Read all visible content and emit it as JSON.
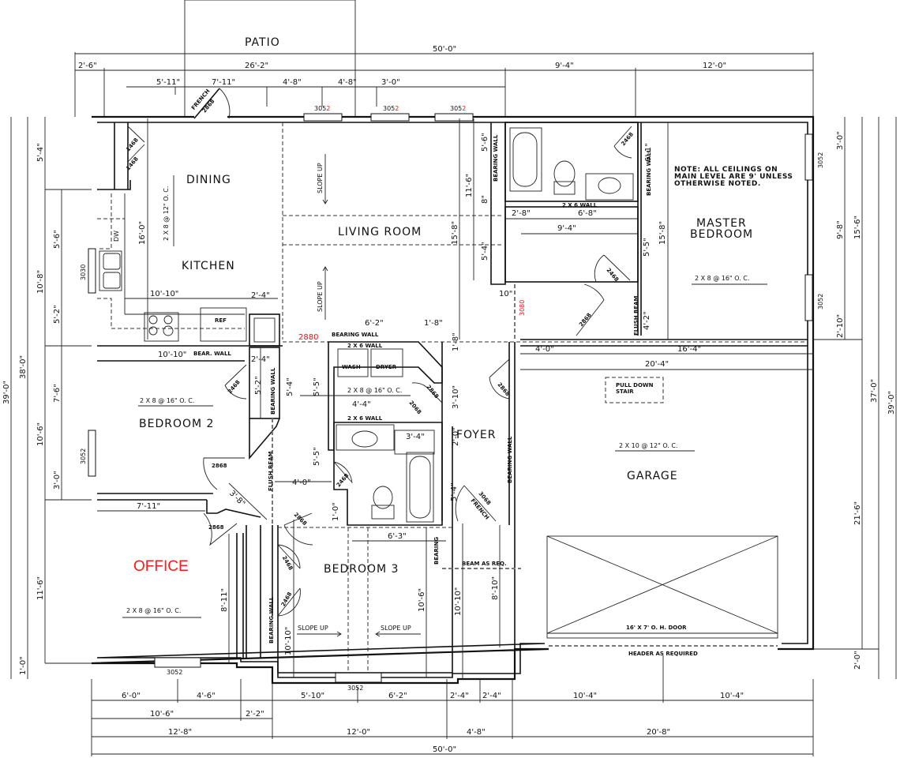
{
  "exterior": {
    "patio_label": "PATIO",
    "top_dims": {
      "overall": "50'-0\"",
      "offset_left": "2'-6\"",
      "segment_a": "26'-2\"",
      "segment_b": "9'-4\"",
      "segment_c": "12'-0\"",
      "openings": [
        "5'-11\"",
        "7'-11\"",
        "4'-8\"",
        "4'-8\"",
        "3'-0\""
      ]
    },
    "bottom_dims": {
      "row1": [
        "6'-0\"",
        "4'-6\"",
        "5'-10\"",
        "6'-2\"",
        "2'-4\"",
        "2'-4\"",
        "10'-4\"",
        "10'-4\""
      ],
      "row2": [
        "10'-6\"",
        "2'-2\""
      ],
      "row3": [
        "12'-8\"",
        "12'-0\"",
        "4'-8\"",
        "20'-8\""
      ],
      "overall": "50'-0\""
    },
    "left_dims": {
      "overall_outer": "39'-0\"",
      "overall_inner": "38'-0\"",
      "major": [
        "5'-4\"",
        "10'-8\"",
        "10'-6\"",
        "11'-6\"",
        "1'-0\""
      ],
      "minor": [
        "5'-6\"",
        "5'-2\"",
        "7'-6\"",
        "3'-0\""
      ]
    },
    "right_dims": {
      "overall_outer": "39'-0\"",
      "overall_inner": "37'-0\"",
      "upper_total": "15'-6\"",
      "garage": "21'-6\"",
      "bottom_offset": "2'-0\"",
      "windows": [
        "3'-0\"",
        "9'-8\"",
        "2'-10\""
      ]
    }
  },
  "windows": {
    "patio_windows": [
      "3052",
      "3052",
      "3052"
    ],
    "patio_window_red_suffix": "2",
    "patio_window_prefix": "305",
    "kitchen": "3030",
    "bedroom2": "3052",
    "office": "3052",
    "bedroom3": "3052",
    "master_top": "3052",
    "master_bottom": "3052"
  },
  "doors": {
    "french_patio": "FRENCH",
    "french_patio_size": "2868",
    "pantry_a": "1468",
    "pantry_b": "1468",
    "master_bath": "2468",
    "master_closet": "2468",
    "master_entry": "2868",
    "hall_opening": "3080",
    "kitchen_opening": "2880",
    "bedroom2_closet": "2468",
    "bedroom2_door": "2868",
    "office_door": "2868",
    "laundry_door": "2868",
    "linen_door": "2068",
    "hall_bath": "2468",
    "bedroom3_door": "2868",
    "bedroom3_closet_a": "2468",
    "bedroom3_closet_b": "2468",
    "garage_entry": "2868",
    "front_door": "3068",
    "front_door_type": "FRENCH"
  },
  "rooms": {
    "dining": {
      "label": "DINING",
      "joist": "2 X 8 @ 12\" O. C.",
      "depth": "16'-0\""
    },
    "kitchen": {
      "label": "KITCHEN",
      "width": "10'-10\"",
      "pantry_w": "2'-4\"",
      "dw": "DW",
      "ref": "REF"
    },
    "living": {
      "label": "LIVING ROOM",
      "slope_top": "SLOPE UP",
      "slope_bottom": "SLOPE UP",
      "height": "15'-8\"",
      "offset": "11'-6\""
    },
    "master": {
      "label_1": "MASTER",
      "label_2": "BEDROOM",
      "joist": "2 X 8 @ 16\" O. C.",
      "height": "15'-8\""
    },
    "note": {
      "line1": "NOTE: ALL CEILINGS ON",
      "line2": "MAIN LEVEL ARE 9' UNLESS",
      "line3": "OTHERWISE NOTED."
    },
    "master_bath": {
      "wall_label": "2 X 6 WALL",
      "dims": [
        "2'-8\"",
        "6'-8\"",
        "9'-4\"",
        "5'-6\"",
        "8\"",
        "5'-4\"",
        "6'-1\"",
        "5'-5\"",
        "4'-2\"",
        "10\""
      ],
      "bearing": "BEARING WALL",
      "flush_beam": "FLUSH BEAM"
    },
    "bedroom2": {
      "label": "BEDROOM 2",
      "joist": "2 X 8 @ 16\" O. C.",
      "bear_wall": "BEAR. WALL",
      "width": "10'-10\"",
      "closet_w": "2'-4\"",
      "closet_h": "5'-2\"",
      "hall_h": "5'-4\"",
      "bearing": "BEARING WALL"
    },
    "office": {
      "label": "OFFICE",
      "joist": "2 X 8 @ 16\" O. C.",
      "width": "7'-11\"",
      "height": "8'-11\"",
      "diag": "3'-8\""
    },
    "laundry": {
      "wash": "WASH",
      "dryer": "DRYER",
      "joist": "2 X 8 @ 16\" O. C.",
      "bearing": "BEARING WALL",
      "wall": "2 X 6 WALL",
      "dims": [
        "6'-2\"",
        "1'-8\"",
        "4'-4\"",
        "1'-8\"",
        "3'-10\""
      ]
    },
    "hall": {
      "dims": [
        "5'-5\"",
        "5'-5\"",
        "4'-0\"",
        "1'-0\""
      ],
      "flush_beam": "FLUSH BEAM"
    },
    "hall_bath": {
      "wall": "2 X 6 WALL",
      "dims": [
        "3'-4\"",
        "2'-0\"",
        "5'-4\""
      ]
    },
    "foyer": {
      "label": "FOYER",
      "bearing": "BEARING WALL",
      "beam": "BEAM AS REQ.",
      "dims": [
        "10'-10\"",
        "8'-10\""
      ]
    },
    "bedroom3": {
      "label": "BEDROOM 3",
      "slope_left": "SLOPE UP",
      "slope_right": "SLOPE UP",
      "width": "6'-3\"",
      "h_left": "10'-10\"",
      "h_right": "10'-6\"",
      "bearing": "BEARING WALL",
      "bearing_short": "BEARING"
    },
    "garage": {
      "label": "GARAGE",
      "joist": "2 X 10 @ 12\" O. C.",
      "stair_1": "PULL DOWN",
      "stair_2": "STAIR",
      "door": "16' X 7' O. H. DOOR",
      "header": "HEADER AS REQUIRED",
      "dims": [
        "4'-0\"",
        "16'-4\"",
        "20'-4\""
      ],
      "bearing": "BEARING WALL"
    }
  }
}
